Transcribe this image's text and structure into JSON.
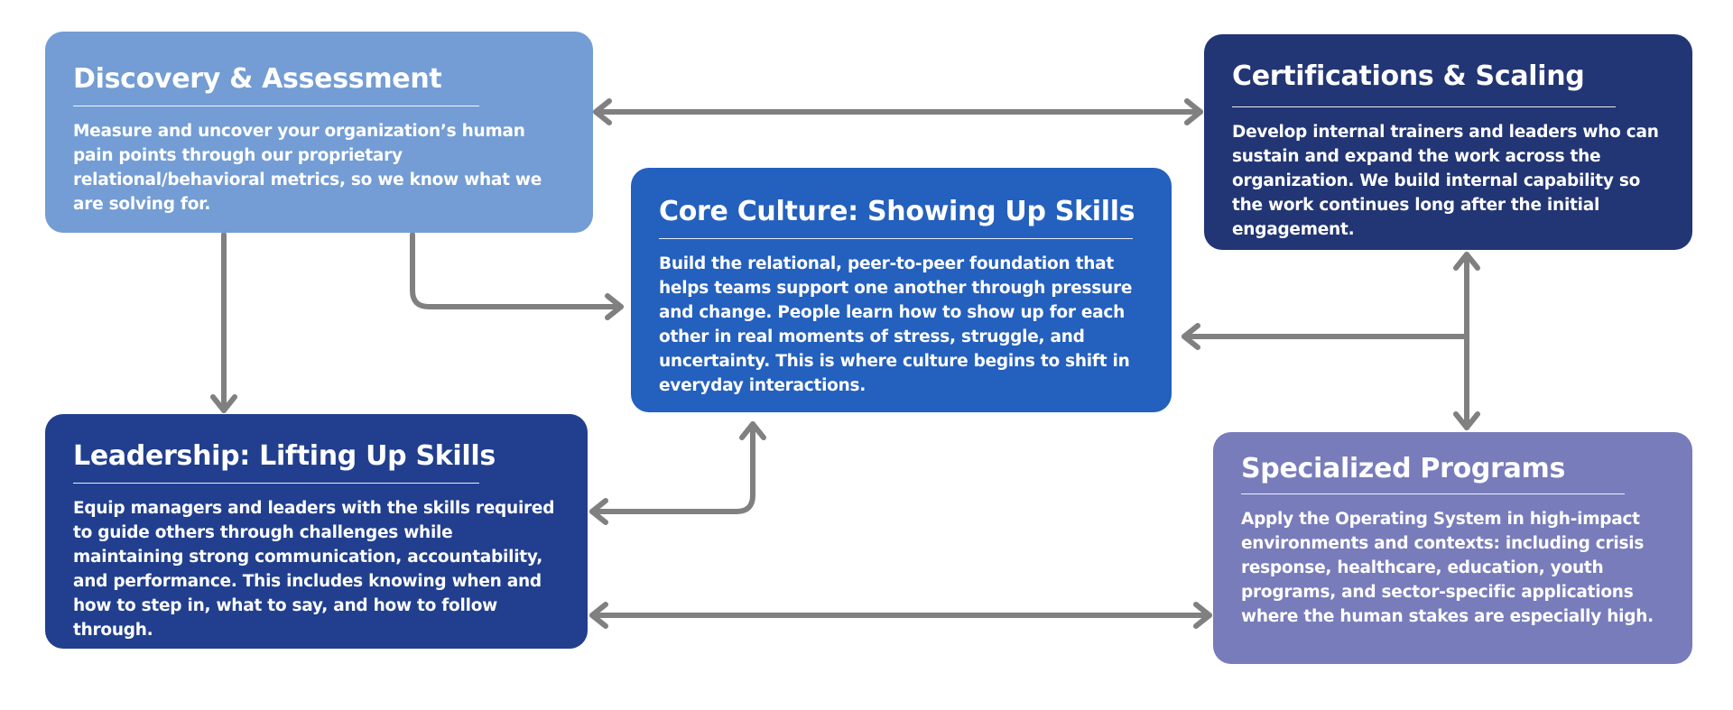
{
  "diagram": {
    "nodes": {
      "discovery": {
        "title": "Discovery & Assessment",
        "body": "Measure and uncover your organization’s human pain points through our proprietary relational/behavioral metrics, so we know what we are solving for.",
        "color": "#739dd4"
      },
      "core": {
        "title": "Core Culture: Showing Up Skills",
        "body": "Build the relational, peer-to-peer foundation that helps teams support one another through pressure and change. People learn how to show up for each other in real moments of stress, struggle, and uncertainty.  This is where culture begins to shift in everyday interactions.",
        "color": "#2460bd"
      },
      "certifications": {
        "title": "Certifications & Scaling",
        "body": "Develop internal trainers and leaders who can sustain and expand the work across the organization. We build internal capability so the work continues long after the initial engagement.",
        "color": "#223574"
      },
      "leadership": {
        "title": "Leadership: Lifting Up Skills",
        "body": "Equip managers and leaders with the skills required to guide others through challenges while maintaining strong communication, accountability, and performance. This includes knowing when and how to step in, what to say, and how to follow through.",
        "color": "#213f8e"
      },
      "specialized": {
        "title": "Specialized Programs",
        "body": "Apply the Operating System in high-impact environments and contexts: including crisis response, healthcare, education, youth programs, and sector-specific applications where the human stakes are especially high.",
        "color": "#787cbb"
      }
    },
    "edges": [
      {
        "from": "discovery",
        "to": "certifications",
        "direction": "both"
      },
      {
        "from": "discovery",
        "to": "leadership",
        "direction": "forward"
      },
      {
        "from": "discovery",
        "to": "core",
        "direction": "forward"
      },
      {
        "from": "certifications",
        "to": "specialized",
        "direction": "both"
      },
      {
        "from": "certifications",
        "to": "core",
        "direction": "forward"
      },
      {
        "from": "core",
        "to": "leadership",
        "direction": "both"
      },
      {
        "from": "leadership",
        "to": "specialized",
        "direction": "both"
      }
    ],
    "connector_color": "#808080"
  }
}
